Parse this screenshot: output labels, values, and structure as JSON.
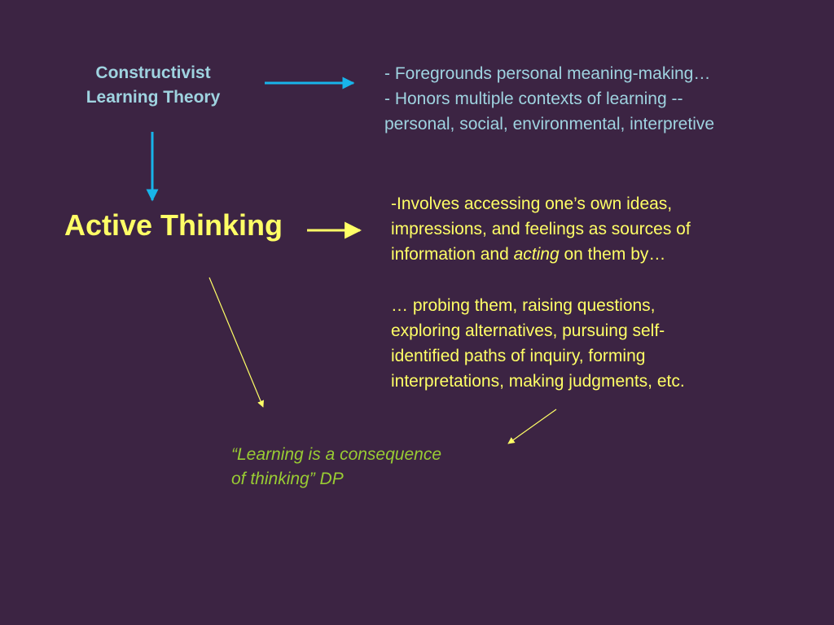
{
  "colors": {
    "background": "#3c2443",
    "theory_text": "#9fd3e0",
    "active_text": "#ffff66",
    "quote_text": "#99cc33",
    "arrow_cyan": "#18b4ea",
    "arrow_yellow": "#ffff66"
  },
  "theory": {
    "title_line1": "Constructivist",
    "title_line2": "Learning Theory",
    "notes_line1": "- Foregrounds personal meaning-making…",
    "notes_line2": "- Honors multiple contexts of learning --",
    "notes_line3": "personal, social, environmental, interpretive"
  },
  "active": {
    "title": "Active Thinking",
    "involves_line1": "-Involves accessing one’s own ideas,",
    "involves_line2": "impressions, and feelings as sources of",
    "involves_line3_before": "information and ",
    "involves_line3_emphasis": "acting",
    "involves_line3_after": " on them by…",
    "probing_line1": "… probing them, raising questions,",
    "probing_line2": "exploring alternatives, pursuing self-",
    "probing_line3": "identified paths of inquiry, forming",
    "probing_line4": "interpretations, making judgments, etc."
  },
  "quote": {
    "line1": "“Learning is a consequence",
    "line2": "of thinking”  DP"
  }
}
